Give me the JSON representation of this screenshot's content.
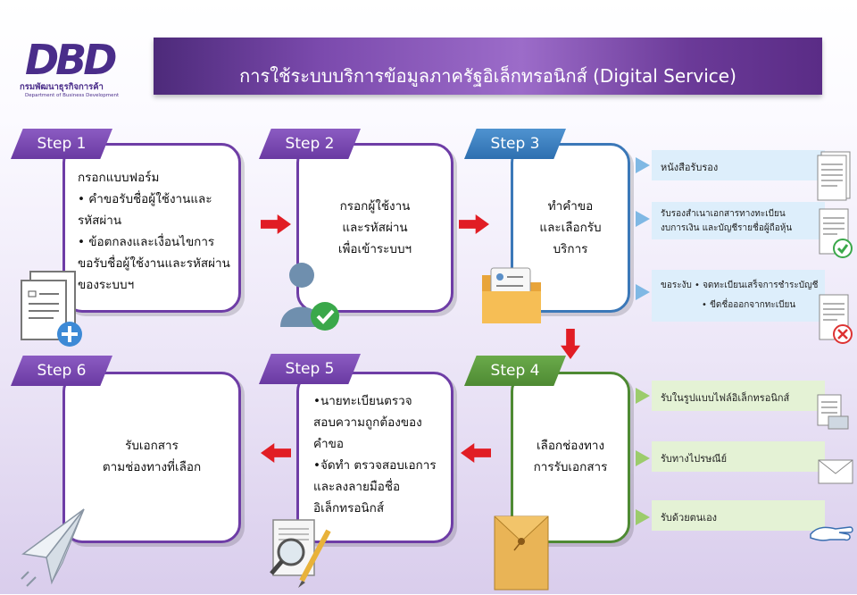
{
  "logo": {
    "mark": "DBD",
    "name_th": "กรมพัฒนาธุรกิจการค้า",
    "name_en": "Department of Business Development"
  },
  "title": "การใช้ระบบบริการข้อมูลภาครัฐอิเล็กทรอนิกส์ (Digital Service)",
  "steps": [
    {
      "label": "Step 1",
      "lines": [
        "กรอกแบบฟอร์ม",
        "• คำขอรับชื่อผู้ใช้งานและ",
        "รหัสผ่าน",
        "• ข้อตกลงและเงื่อนไขการ",
        "ขอรับชื่อผู้ใช้งานและรหัสผ่าน",
        "ของระบบฯ"
      ]
    },
    {
      "label": "Step 2",
      "lines": [
        "กรอกผู้ใช้งาน",
        "และรหัสผ่าน",
        "เพื่อเข้าระบบฯ"
      ]
    },
    {
      "label": "Step 3",
      "lines": [
        "ทำคำขอ",
        "และเลือกรับ",
        "บริการ"
      ]
    },
    {
      "label": "Step 4",
      "lines": [
        "เลือกช่องทาง",
        "การรับเอกสาร"
      ]
    },
    {
      "label": "Step 5",
      "lines": [
        "•นายทะเบียนตรวจ",
        "สอบความถูกต้องของ",
        "คำขอ",
        "•จัดทำ ตรวจสอบเอการ",
        "และลงลายมือชื่อ",
        "อิเล็กทรอนิกส์"
      ]
    },
    {
      "label": "Step 6",
      "lines": [
        "รับเอกสาร",
        "ตามช่องทางที่เลือก"
      ]
    }
  ],
  "services": [
    {
      "lines": [
        "หนังสือรับรอง"
      ]
    },
    {
      "lines": [
        "รับรองสำเนาเอกสารทางทะเบียน",
        "งบการเงิน และบัญชีรายชื่อผู้ถือหุ้น"
      ]
    },
    {
      "lines": [
        "ขอระงับ  • จดทะเบียนเสร็จการชำระบัญชี",
        "• ขีดชื่อออกจากทะเบียน"
      ]
    }
  ],
  "delivery": [
    {
      "lines": [
        "รับในรูปแบบไฟล์อิเล็กทรอนิกส์"
      ]
    },
    {
      "lines": [
        "รับทางไปรษณีย์"
      ]
    },
    {
      "lines": [
        "รับด้วยตนเอง"
      ]
    }
  ],
  "colors": {
    "purple": "#6e3da6",
    "blue": "#3b78b8",
    "green": "#4e8a33",
    "arrow": "#e11d24"
  }
}
